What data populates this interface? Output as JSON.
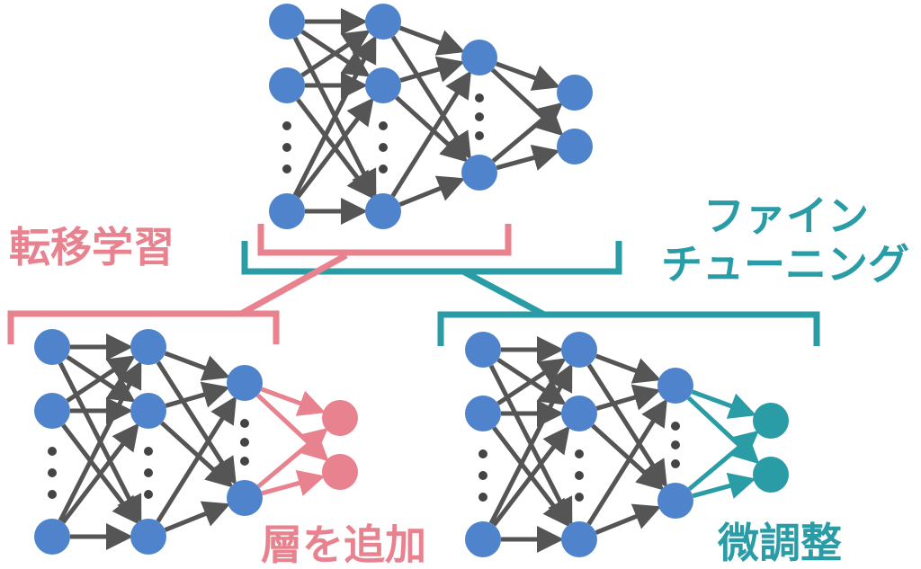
{
  "labels": {
    "transfer_learning": "転移学習",
    "fine_tuning_line1": "ファイン",
    "fine_tuning_line2": "チューニング",
    "add_layer": "層を追加",
    "fine_adjust": "微調整"
  },
  "colors": {
    "node": "#4f84cc",
    "edge": "#555555",
    "transfer": "#e8828e",
    "finetune": "#2a9ca6",
    "background": "#ffffff"
  }
}
